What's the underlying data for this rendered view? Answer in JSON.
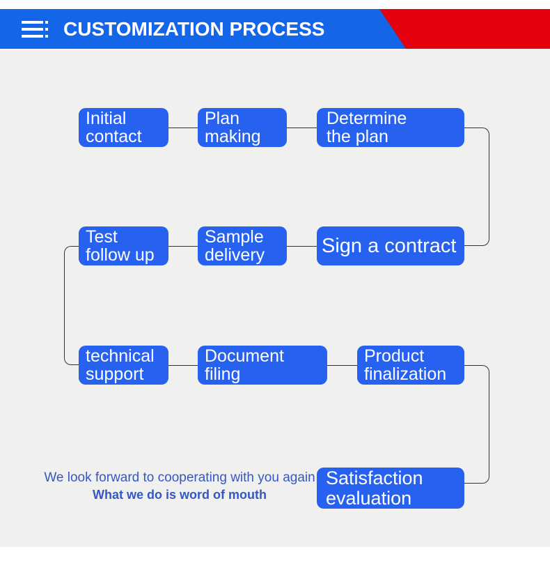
{
  "header": {
    "title": "CUSTOMIZATION PROCESS",
    "menu_icon": "hamburger-menu-icon",
    "colors": {
      "band_blue": "#1466E8",
      "band_red": "#E3000F",
      "title_text": "#FFFFFF"
    }
  },
  "flow": {
    "colors": {
      "box_blue": "#2761EF",
      "box_text": "#FFFFFF",
      "connector": "#333333",
      "background": "#F0F0EE"
    },
    "nodes": [
      {
        "id": "initial-contact",
        "label": "Initial contact",
        "lines": [
          "Initial",
          "contact"
        ]
      },
      {
        "id": "plan-making",
        "label": "Plan making",
        "lines": [
          "Plan",
          "making"
        ]
      },
      {
        "id": "determine-the-plan",
        "label": "Determine the plan",
        "lines": [
          "Determine",
          "the plan"
        ]
      },
      {
        "id": "test-follow-up",
        "label": "Test follow up",
        "lines": [
          "Test",
          "follow up"
        ]
      },
      {
        "id": "sample-delivery",
        "label": "Sample delivery",
        "lines": [
          "Sample",
          "delivery"
        ]
      },
      {
        "id": "sign-a-contract",
        "label": "Sign a contract",
        "lines": [
          "Sign a contract"
        ]
      },
      {
        "id": "technical-support",
        "label": "technical support",
        "lines": [
          "technical",
          "support"
        ]
      },
      {
        "id": "document-filing",
        "label": "Document filing",
        "lines": [
          "Document",
          "filing"
        ]
      },
      {
        "id": "product-finalization",
        "label": "Product finalization",
        "lines": [
          "Product",
          "finalization"
        ]
      },
      {
        "id": "satisfaction-evaluation",
        "label": "Satisfaction evaluation",
        "lines": [
          "Satisfaction",
          "evaluation"
        ]
      }
    ],
    "connections": [
      {
        "from": "initial-contact",
        "to": "plan-making"
      },
      {
        "from": "plan-making",
        "to": "determine-the-plan"
      },
      {
        "from": "determine-the-plan",
        "to": "sign-a-contract"
      },
      {
        "from": "sign-a-contract",
        "to": "sample-delivery"
      },
      {
        "from": "sample-delivery",
        "to": "test-follow-up"
      },
      {
        "from": "test-follow-up",
        "to": "technical-support"
      },
      {
        "from": "technical-support",
        "to": "document-filing"
      },
      {
        "from": "document-filing",
        "to": "product-finalization"
      },
      {
        "from": "product-finalization",
        "to": "satisfaction-evaluation"
      }
    ]
  },
  "footer": {
    "line1": "We look forward to cooperating with you again",
    "line2": "What we do is word of mouth",
    "text_color": "#3457C6"
  }
}
